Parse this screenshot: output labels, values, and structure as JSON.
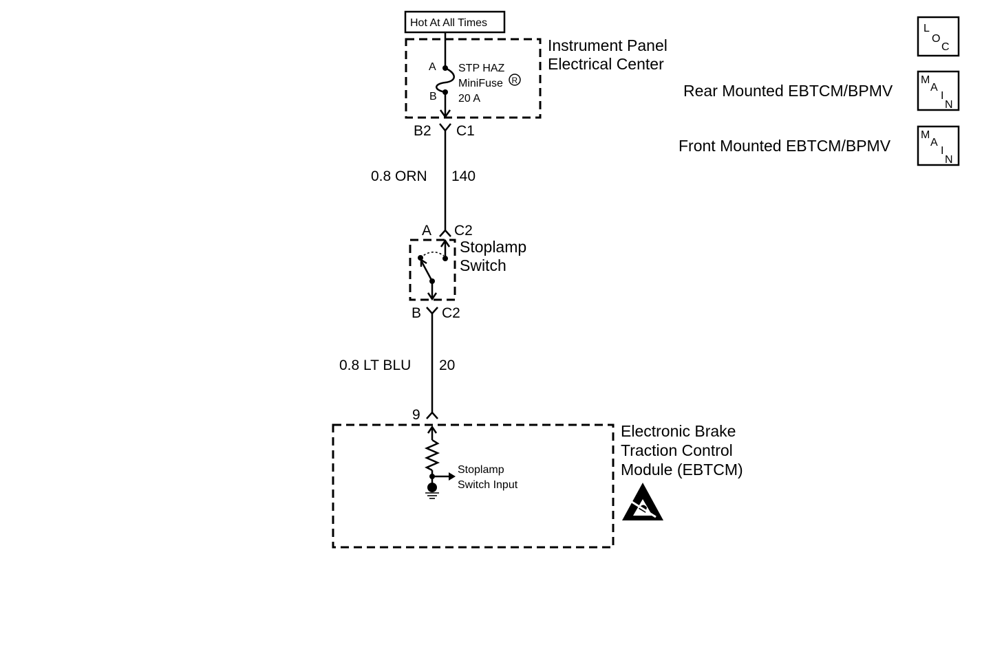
{
  "power_label": "Hot At All Times",
  "fuse_block": {
    "title_line1": "Instrument Panel",
    "title_line2": "Electrical Center",
    "fuse_name": "STP HAZ",
    "fuse_type": "MiniFuse",
    "registered_mark": "R",
    "fuse_rating": "20 A",
    "terminal_a": "A",
    "terminal_b": "B"
  },
  "connector_top": {
    "left": "B2",
    "right": "C1"
  },
  "wire_1": {
    "gauge_color": "0.8 ORN",
    "circuit": "140"
  },
  "connector_mid_top": {
    "left": "A",
    "right": "C2"
  },
  "switch": {
    "line1": "Stoplamp",
    "line2": "Switch"
  },
  "connector_mid_bottom": {
    "left": "B",
    "right": "C2"
  },
  "wire_2": {
    "gauge_color": "0.8 LT BLU",
    "circuit": "20"
  },
  "connector_bottom": {
    "pin": "9"
  },
  "module": {
    "line1": "Electronic Brake",
    "line2": "Traction Control",
    "line3": "Module (EBTCM)",
    "input_line1": "Stoplamp",
    "input_line2": "Switch Input"
  },
  "legend": {
    "loc_letters": [
      "L",
      "O",
      "C"
    ],
    "main_letters": [
      "M",
      "A",
      "I",
      "N"
    ],
    "rear_label": "Rear Mounted EBTCM/BPMV",
    "front_label": "Front Mounted EBTCM/BPMV"
  }
}
